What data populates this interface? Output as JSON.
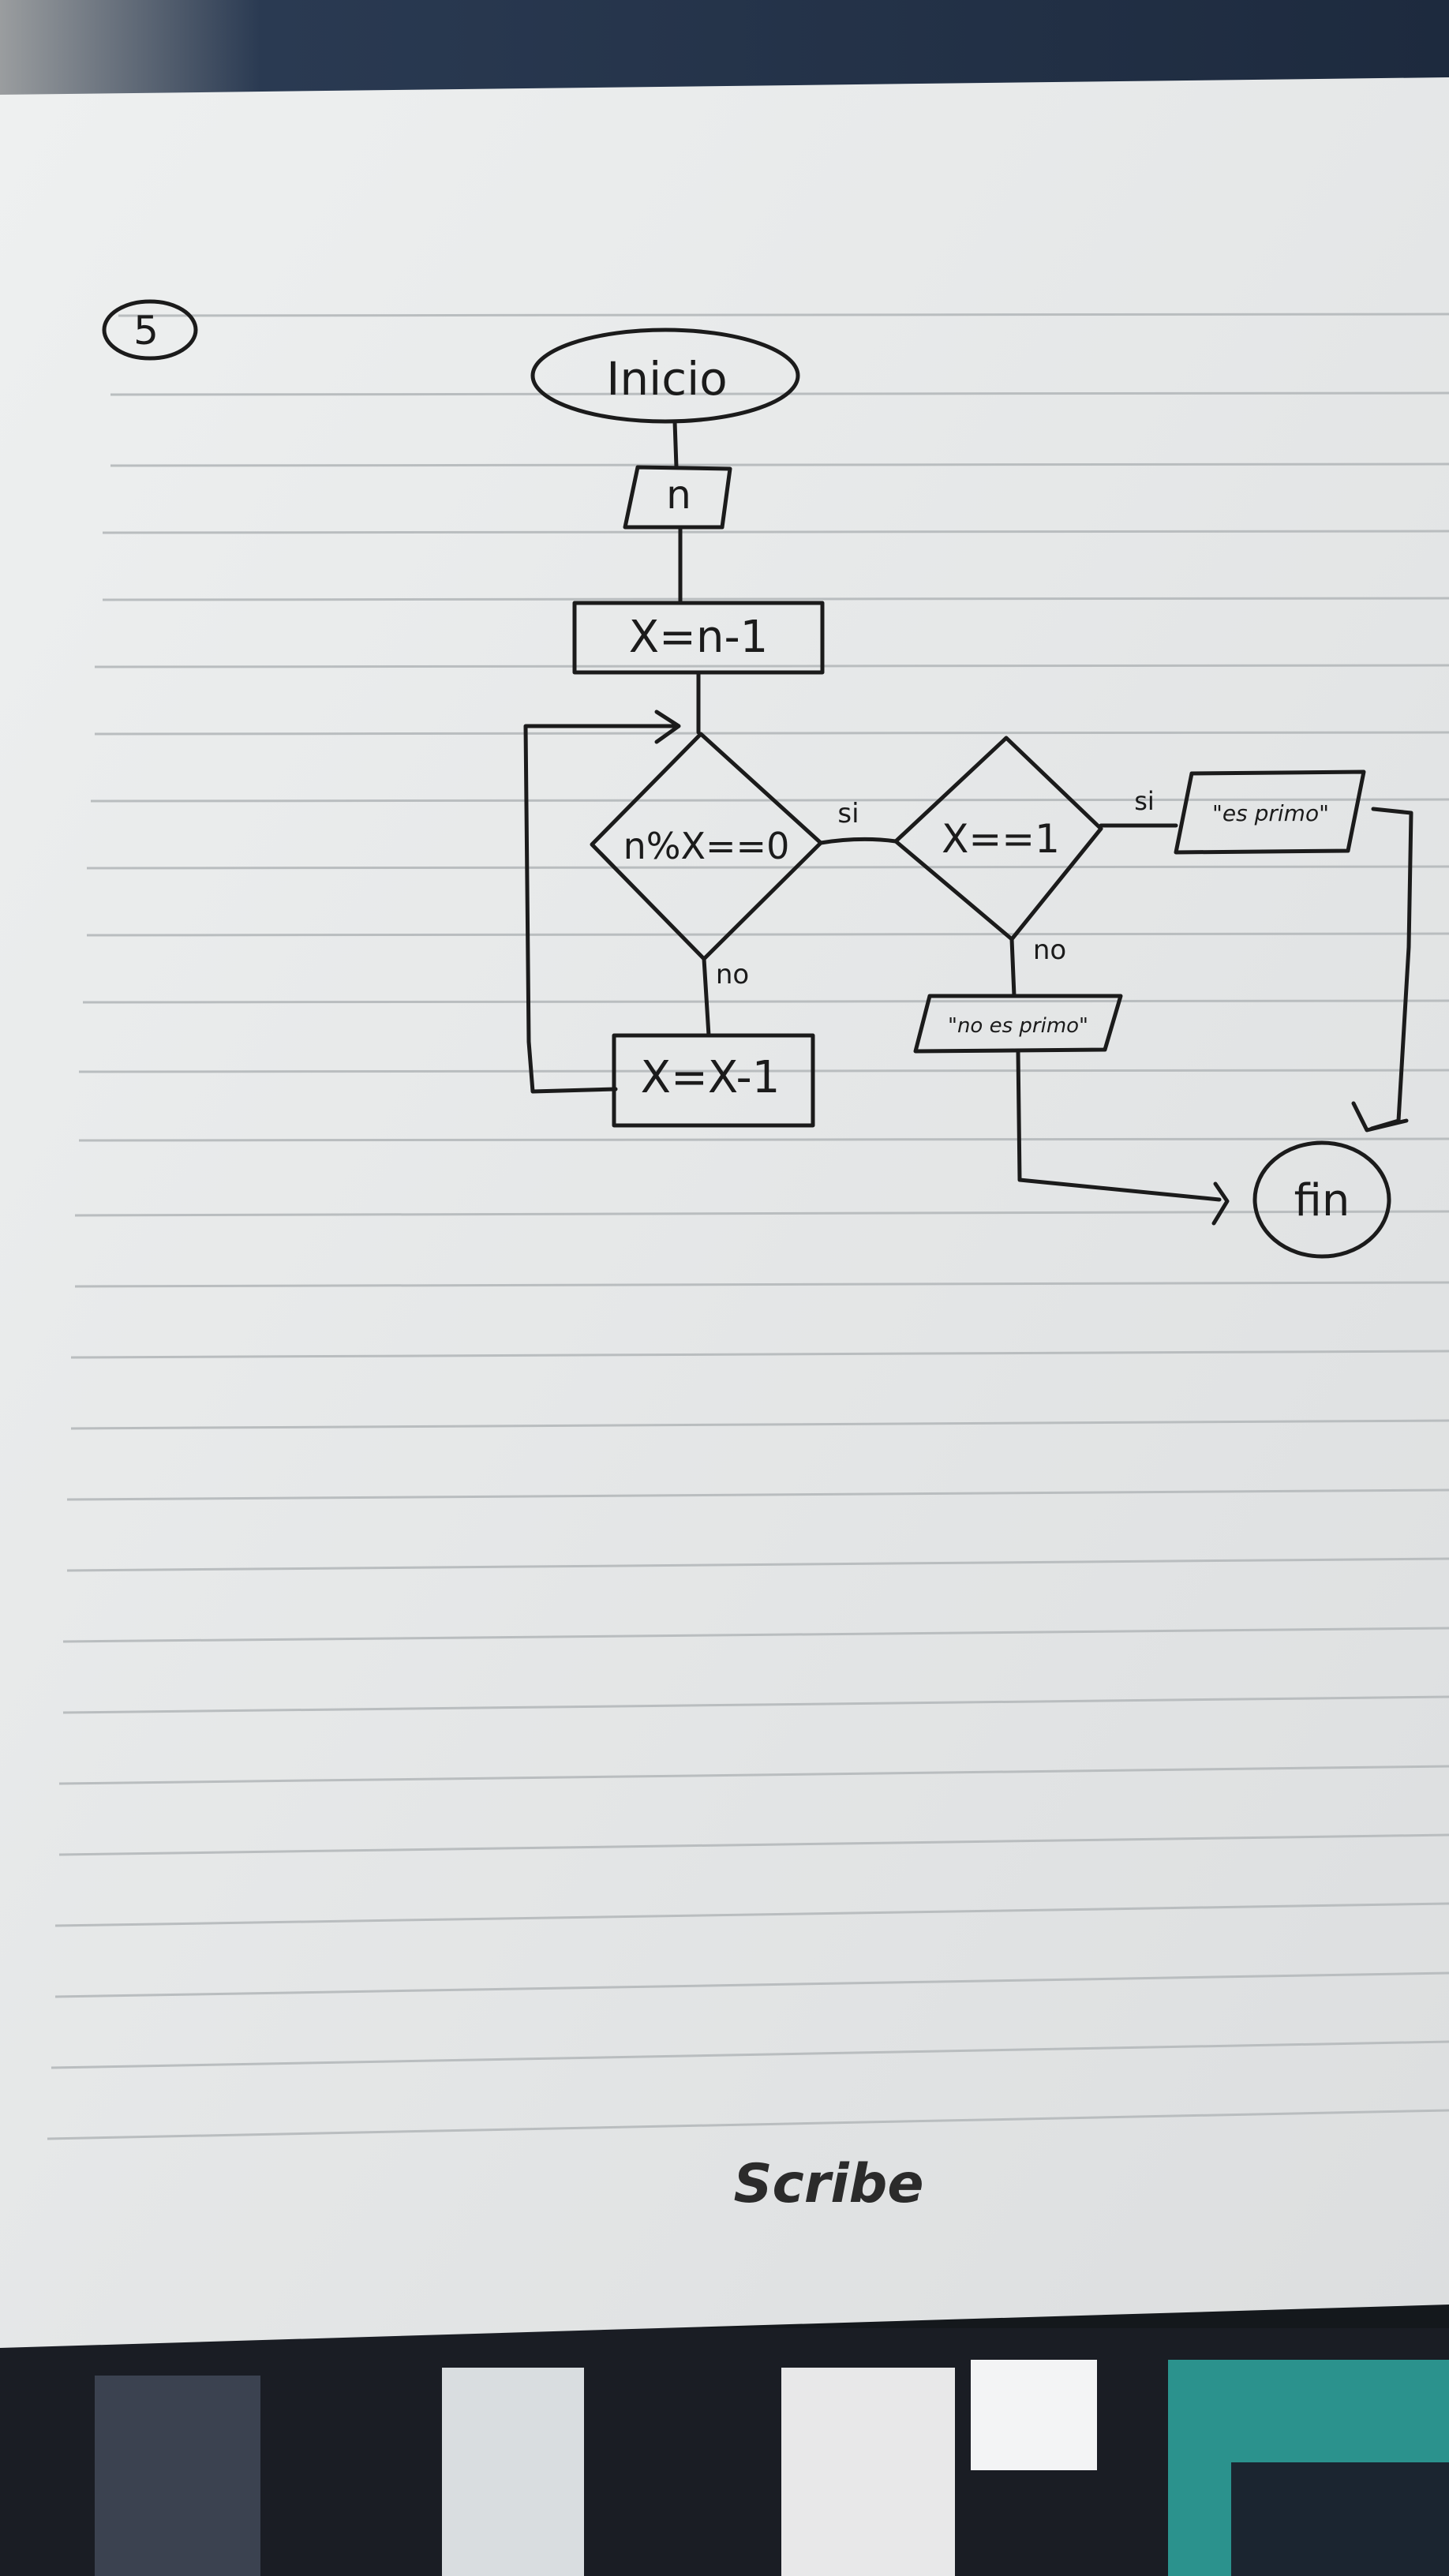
{
  "problem_number": "5",
  "nodes": {
    "start": "Inicio",
    "input": "n",
    "init": "X=n-1",
    "cond_mod": "n%X==0",
    "cond_one": "X==1",
    "output_prime": "\"es primo\"",
    "output_not_prime": "\"no es primo\"",
    "decrement": "X=X-1",
    "end": "fin"
  },
  "edge_labels": {
    "mod_yes": "si",
    "mod_no": "no",
    "one_yes": "si",
    "one_no": "no"
  },
  "brand": "Scribe",
  "colors": {
    "paper": "#e9eaea",
    "ink": "#1b1b1b",
    "rule": "#b9bdbf"
  }
}
